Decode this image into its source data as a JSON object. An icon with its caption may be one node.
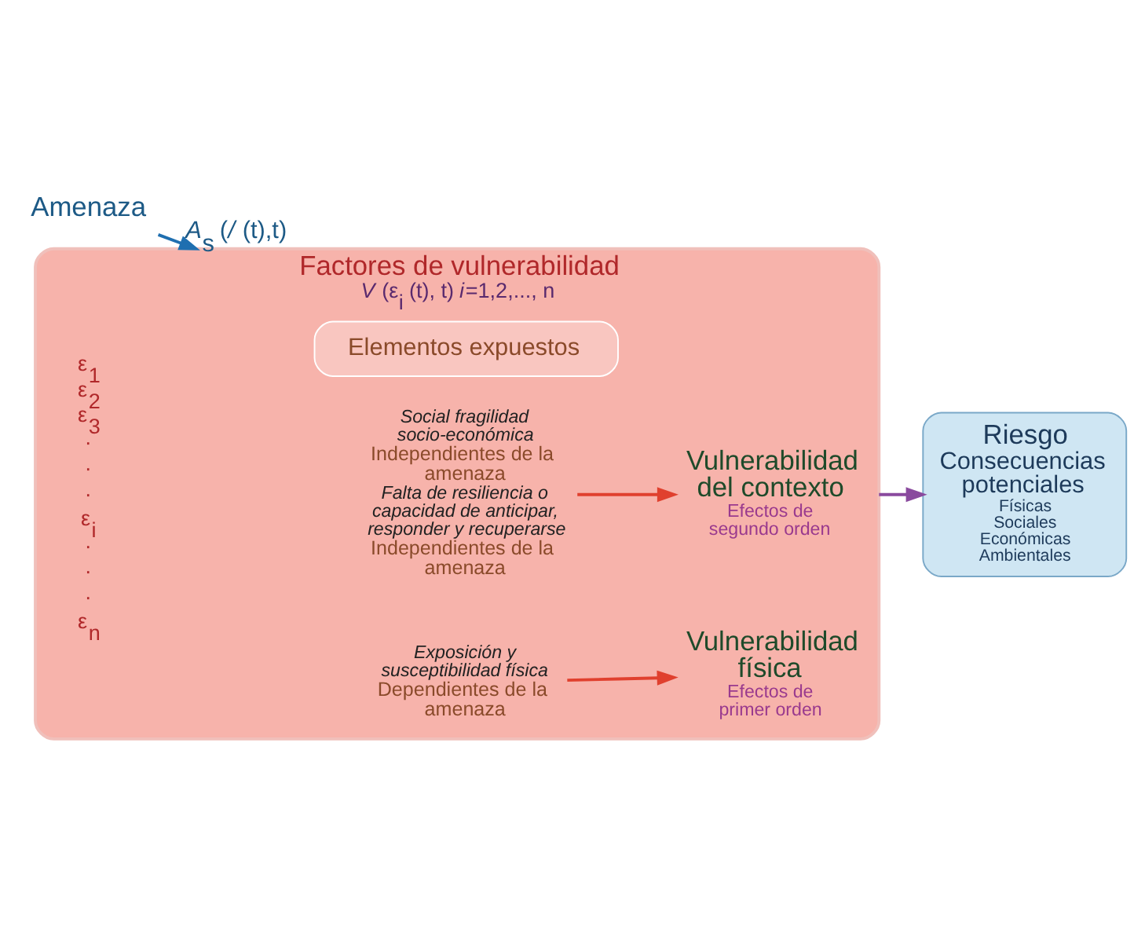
{
  "diagram": {
    "nodes": [
      {
        "text": [
          "Amenaza"
        ]
      },
      {
        "text": [
          "Factores de vulnerabilidad",
          "*V* (ε$_{i}$ (t), t) *i*=1,2,..., n"
        ]
      },
      {
        "text": [
          "Elementos expuestos"
        ],
        "in": 1
      },
      {
        "text": [
          "Exposición y susceptibilidad física",
          "Dependientes de la amenaza"
        ],
        "in": 1
      },
      {
        "text": [
          "Vulnerabilidad física",
          "Efectos de primer orden"
        ],
        "in": 1
      },
      {
        "text": [
          "Social fragilidad socio-económica",
          "Independientes de la amenaza",
          "Falta de resiliencia o capacidad de anticipar, responder y recuperarse",
          "Independientes de la amenaza"
        ],
        "in": 1
      },
      {
        "text": [
          "Vulnerabilidad del contexto",
          "Efectos de segundo orden"
        ],
        "in": 1
      },
      {
        "text": [
          "Riesgo",
          "Consecuencias potenciales",
          "Físicas",
          "Sociales",
          "Económicas",
          "Ambientales"
        ]
      }
    ],
    "edges": [
      {
        "from": 0,
        "to": 1,
        "arrow": "to",
        "label": "*A*$_{s}$ (*/* (t),t)",
        "color": "#1f6fb0"
      },
      {
        "from": 3,
        "to": 4,
        "arrow": "to",
        "color": "#e0402e"
      },
      {
        "from": 5,
        "to": 6,
        "arrow": "to",
        "color": "#e0402e"
      },
      {
        "from": 1,
        "to": 7,
        "arrow": "to",
        "color": "#8a4a9e"
      }
    ],
    "labels": [
      "ε$_{1}$",
      "ε$_{2}$",
      "ε$_{3}$",
      "·",
      "·",
      "·",
      "ε$_{i}$",
      "·",
      "·",
      "·",
      "ε$_{n}$"
    ]
  }
}
